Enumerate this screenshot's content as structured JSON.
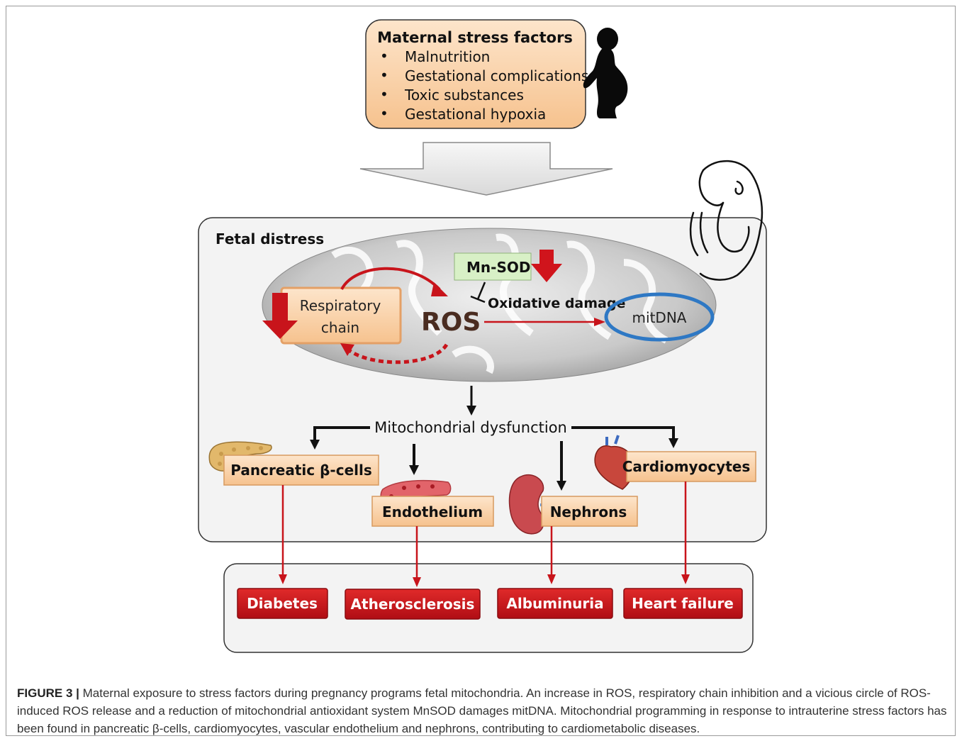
{
  "maternal": {
    "title": "Maternal stress factors",
    "items": [
      "Malnutrition",
      "Gestational complications",
      "Toxic substances",
      "Gestational hypoxia"
    ]
  },
  "fetal": {
    "title": "Fetal distress",
    "mnsod": "Mn-SOD",
    "respiratory_line1": "Respiratory",
    "respiratory_line2": "chain",
    "ros": "ROS",
    "oxidative": "Oxidative damage",
    "mitdna": "mitDNA",
    "dysfunction": "Mitochondrial dysfunction"
  },
  "targets": [
    "Pancreatic β-cells",
    "Endothelium",
    "Nephrons",
    "Cardiomyocytes"
  ],
  "outcomes": [
    "Diabetes",
    "Atherosclerosis",
    "Albuminuria",
    "Heart failure"
  ],
  "caption": {
    "label": "FIGURE 3 |",
    "text": " Maternal exposure to stress factors during pregnancy programs fetal mitochondria. An increase in ROS, respiratory chain inhibition and a vicious circle of ROS-induced ROS release and a reduction of mitochondrial antioxidant system MnSOD damages mitDNA. Mitochondrial programming in response to intrauterine stress factors has been found in pancreatic β-cells, cardiomyocytes, vascular endothelium and nephrons, contributing to cardiometabolic diseases."
  },
  "colors": {
    "peach": "#f9d4ae",
    "red": "#c8141b",
    "blue": "#2e78c4",
    "green": "#d6efc4"
  }
}
